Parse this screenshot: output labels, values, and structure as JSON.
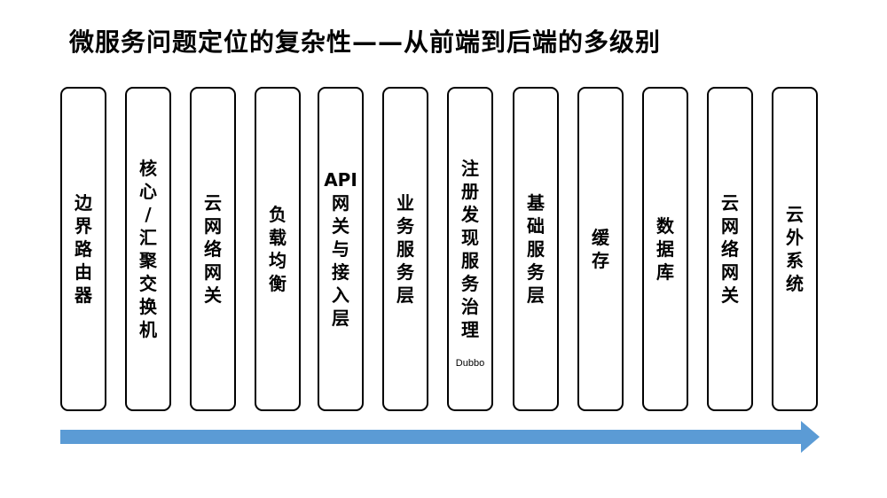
{
  "title": "微服务问题定位的复杂性——从前端到后端的多级别",
  "layers": [
    {
      "label": "边界路由器"
    },
    {
      "label": "核心/汇聚交换机"
    },
    {
      "label": "云网络网关"
    },
    {
      "label": "负载均衡"
    },
    {
      "label": "API|网关与接入层"
    },
    {
      "label": "业务服务层"
    },
    {
      "label": "注册发现服务治理",
      "sub": "Dubbo"
    },
    {
      "label": "基础服务层"
    },
    {
      "label": "缓存"
    },
    {
      "label": "数据库"
    },
    {
      "label": "云网络网关"
    },
    {
      "label": "云外系统"
    }
  ],
  "colors": {
    "arrow": "#5b9bd5",
    "border": "#000000"
  }
}
